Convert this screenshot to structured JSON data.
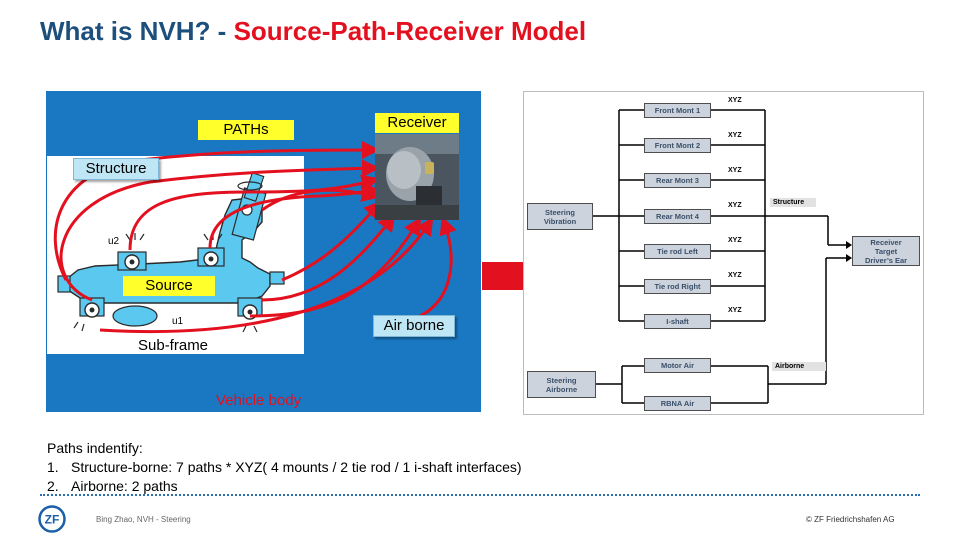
{
  "title": {
    "part1": "What is NVH? - ",
    "part2": "Source-Path-Receiver Model"
  },
  "left_diagram": {
    "paths_label": "PATHs",
    "receiver_label": "Receiver",
    "structure_label": "Structure",
    "source_label": "Source",
    "airborne_label": "Air borne",
    "subframe_label": "Sub-frame",
    "vehicle_body_label": "Vehicle body",
    "u2_label": "u2",
    "u1_label": "u1",
    "colors": {
      "panel": "#1a78c2",
      "arrow": "#e3101f",
      "part": "#5bc8f0"
    }
  },
  "block_diagram": {
    "sources": [
      "Steering Vibration",
      "Steering Airborne"
    ],
    "paths": [
      {
        "label": "Front Mont 1",
        "xyz": "XYZ"
      },
      {
        "label": "Front Mont 2",
        "xyz": "XYZ"
      },
      {
        "label": "Rear Mont 3",
        "xyz": "XYZ"
      },
      {
        "label": "Rear Mont 4",
        "xyz": "XYZ"
      },
      {
        "label": "Tie rod Left",
        "xyz": "XYZ"
      },
      {
        "label": "Tie rod Right",
        "xyz": "XYZ"
      },
      {
        "label": "I-shaft",
        "xyz": "XYZ"
      }
    ],
    "air_paths": [
      "Motor Air",
      "RBNA Air"
    ],
    "structure_label": "Structure",
    "airborne_label": "Airborne",
    "receiver_lines": [
      "Receiver",
      "Target",
      "Driver’s Ear"
    ]
  },
  "paths_identify": {
    "heading": "Paths indentify:",
    "items": [
      {
        "num": "1.",
        "text": "Structure-borne: 7 paths * XYZ( 4 mounts / 2 tie rod / 1 i-shaft interfaces)"
      },
      {
        "num": "2.",
        "text": "Airborne: 2 paths"
      }
    ]
  },
  "footer": {
    "author": "Bing Zhao, NVH - Steering",
    "copyright": "© ZF Friedrichshafen AG",
    "logo_text": "ZF"
  }
}
